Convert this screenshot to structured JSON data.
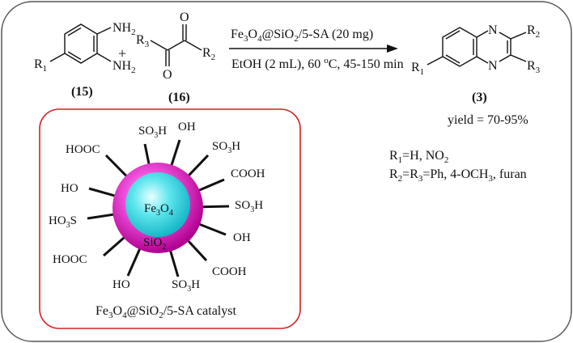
{
  "scheme": {
    "reactant_diamine": {
      "substituent": "R",
      "substituent_sub": "1",
      "amine_top": "NH",
      "amine_top_sub": "2",
      "amine_bottom": "NH",
      "amine_bottom_sub": "2",
      "label": "(15)"
    },
    "plus": "+",
    "reactant_diketone": {
      "left_group": "R",
      "left_sub": "3",
      "right_group": "R",
      "right_sub": "2",
      "oxygen": "O",
      "label": "(16)"
    },
    "conditions": {
      "catalyst_parts": [
        "Fe",
        "3",
        "O",
        "4",
        "@SiO",
        "2",
        "/5-SA (20 mg)"
      ],
      "solvent_line": [
        "EtOH (2 mL), 60 ",
        "o",
        "C, 45-150 min"
      ]
    },
    "product": {
      "nitrogen": "N",
      "r1": "R",
      "r1_sub": "1",
      "r2": "R",
      "r2_sub": "2",
      "r3": "R",
      "r3_sub": "3",
      "label": "(3)"
    },
    "yield_text": "yield = 70-95%",
    "substituents": {
      "line1": [
        "R",
        "1",
        "=H,  NO",
        "2"
      ],
      "line2": [
        "R",
        "2",
        "=R",
        "3",
        "=Ph, 4-OCH",
        "3",
        ", furan"
      ]
    }
  },
  "catalyst": {
    "core": [
      "Fe",
      "3",
      "O",
      "4"
    ],
    "shell": [
      "SiO",
      "2"
    ],
    "caption": [
      "Fe",
      "3",
      "O",
      "4",
      "@SiO",
      "2",
      "/5-SA catalyst"
    ],
    "groups": {
      "top": [
        "SO",
        "3",
        "H"
      ],
      "oh_top": "OH",
      "so3h_upper_right": [
        "SO",
        "3",
        "H"
      ],
      "hooc_upper_left": "HOOC",
      "cooh_right": "COOH",
      "ho_left": "HO",
      "so3h_right": [
        "SO",
        "3",
        "H"
      ],
      "ho3s_left": [
        "HO",
        "3",
        "S"
      ],
      "oh_right": "OH",
      "hooc_lower_left": "HOOC",
      "cooh_lower_right": "COOH",
      "ho_bottom": "HO",
      "so3h_bottom": [
        "SO",
        "3",
        "H"
      ]
    }
  },
  "colors": {
    "frame": "#555555",
    "catalyst_frame": "#d42020",
    "shell": "#e020c8",
    "core": "#33dde6"
  }
}
